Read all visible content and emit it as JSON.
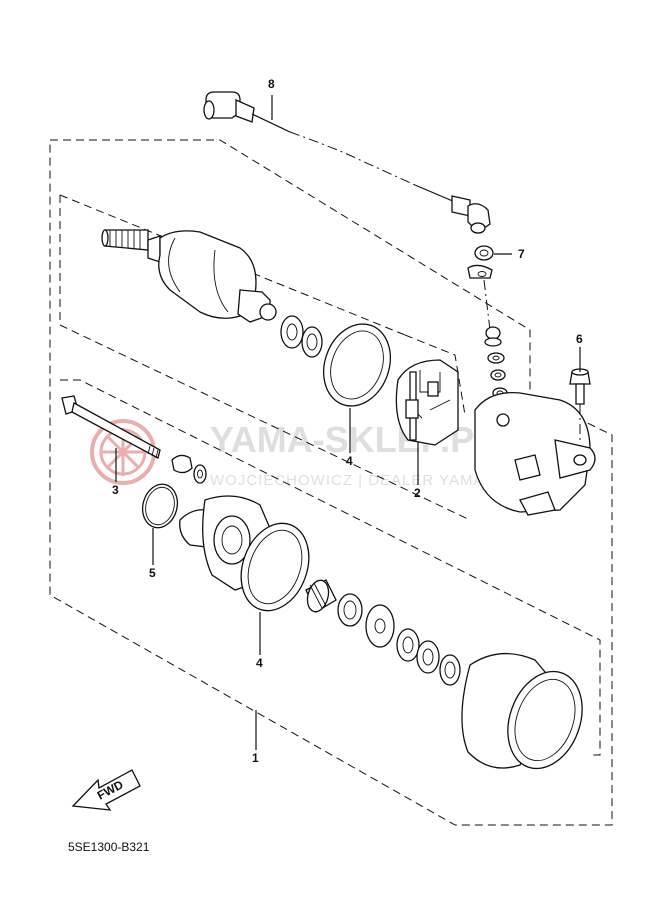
{
  "watermark": {
    "brand": "YAMA-SKLEP.PL",
    "tagline": "WOJCIECHOWICZ | DEALER YAMAHA",
    "color": "#e8a0a0"
  },
  "callouts": [
    {
      "id": "1",
      "label": "1"
    },
    {
      "id": "2",
      "label": "2"
    },
    {
      "id": "3",
      "label": "3"
    },
    {
      "id": "4a",
      "label": "4"
    },
    {
      "id": "4b",
      "label": "4"
    },
    {
      "id": "5",
      "label": "5"
    },
    {
      "id": "6",
      "label": "6"
    },
    {
      "id": "7",
      "label": "7"
    },
    {
      "id": "8",
      "label": "8"
    }
  ],
  "fwd_label": "FWD",
  "diagram_code": "5SE1300-B321",
  "icons": {
    "fwd_arrow": "fwd-arrow-icon",
    "watermark_logo": "yamaha-logo-icon"
  }
}
